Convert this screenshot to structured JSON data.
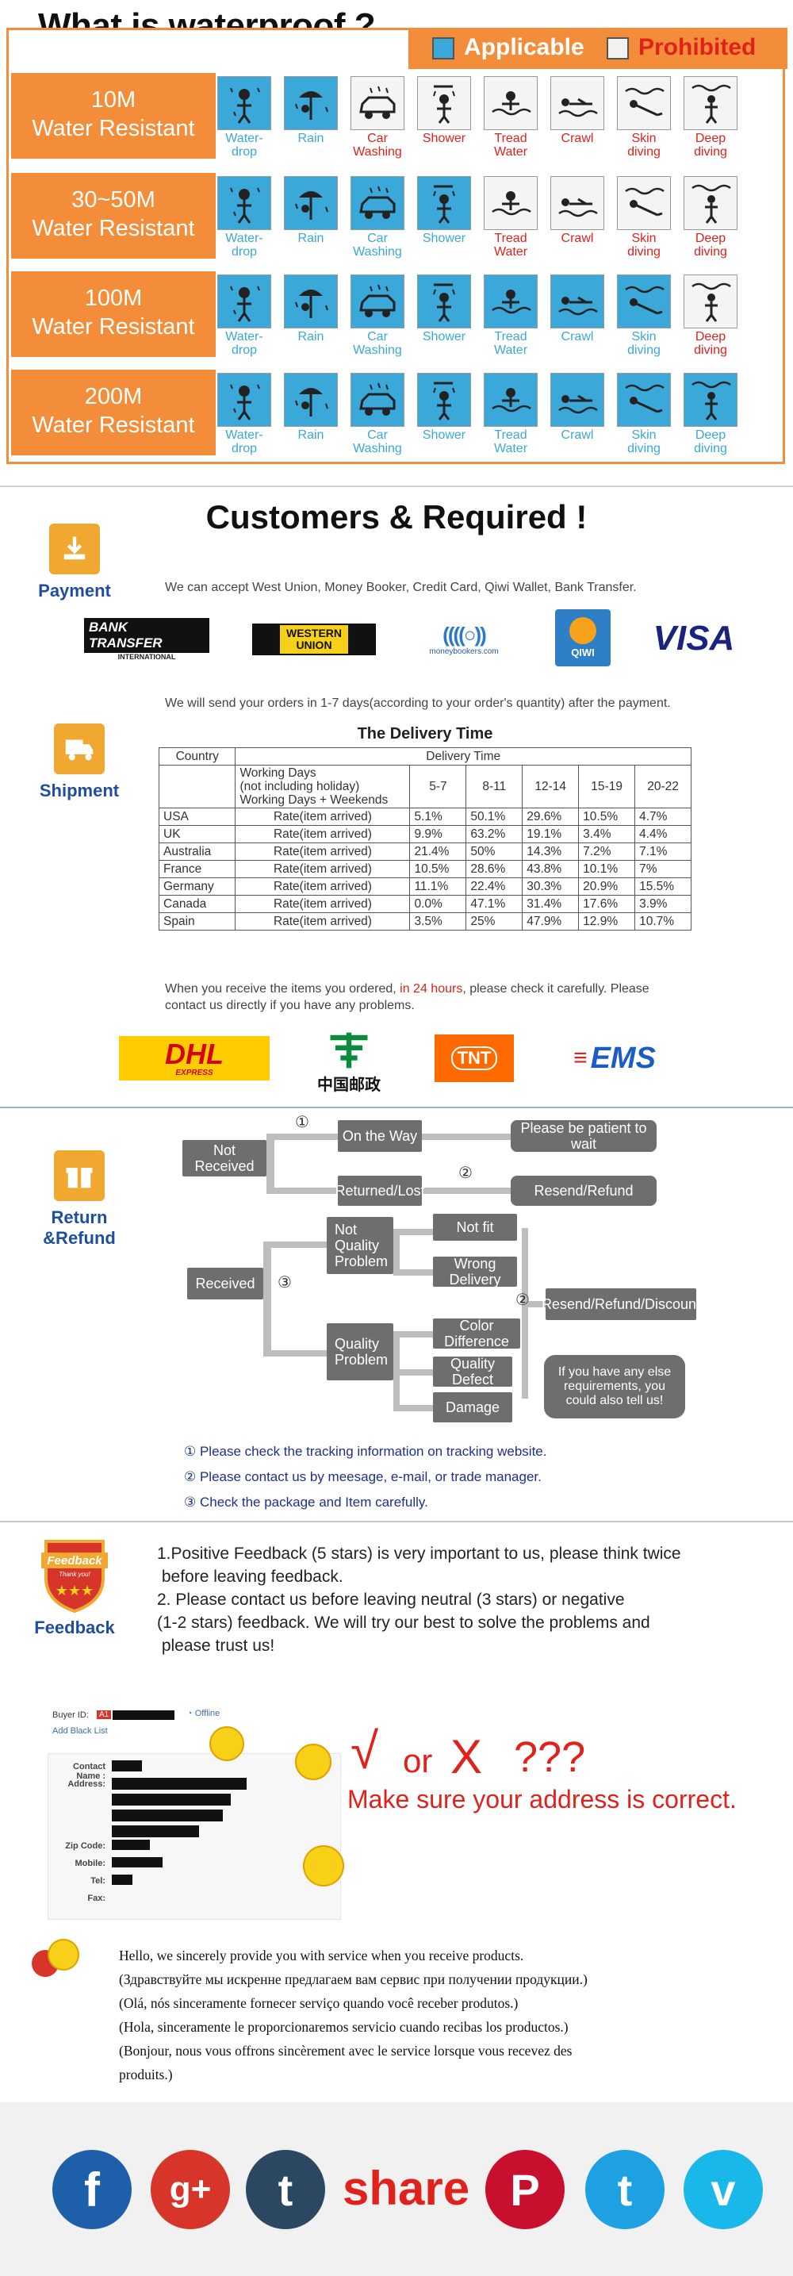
{
  "waterproof": {
    "title": "What is waterproof ?",
    "legend": {
      "applicable": "Applicable",
      "prohibited": "Prohibited"
    },
    "colors": {
      "accent": "#f38d3a",
      "applicable": "#3aa8d8",
      "prohibited": "#e0221c"
    },
    "activities": [
      {
        "label": "Water-drop",
        "icon": "water-drop-icon"
      },
      {
        "label": "Rain",
        "icon": "rain-icon"
      },
      {
        "label": "Car Washing",
        "icon": "car-washing-icon"
      },
      {
        "label": "Shower",
        "icon": "shower-icon"
      },
      {
        "label": "Tread Water",
        "icon": "tread-water-icon"
      },
      {
        "label": "Crawl",
        "icon": "crawl-icon"
      },
      {
        "label": "Skin diving",
        "icon": "skin-diving-icon"
      },
      {
        "label": "Deep diving",
        "icon": "deep-diving-icon"
      }
    ],
    "ratings": [
      {
        "line1": "10M",
        "line2": "Water Resistant",
        "allowed": [
          true,
          true,
          false,
          false,
          false,
          false,
          false,
          false
        ]
      },
      {
        "line1": "30~50M",
        "line2": "Water Resistant",
        "allowed": [
          true,
          true,
          true,
          true,
          false,
          false,
          false,
          false
        ]
      },
      {
        "line1": "100M",
        "line2": "Water Resistant",
        "allowed": [
          true,
          true,
          true,
          true,
          true,
          true,
          true,
          false
        ]
      },
      {
        "line1": "200M",
        "line2": "Water Resistant",
        "allowed": [
          true,
          true,
          true,
          true,
          true,
          true,
          true,
          true
        ]
      }
    ]
  },
  "customers": {
    "title": "Customers & Required !",
    "payment": {
      "label": "Payment",
      "text": "We can accept West Union, Money Booker, Credit Card, Qiwi Wallet, Bank Transfer.",
      "logos": {
        "bank_transfer": "BANK TRANSFER",
        "bank_transfer_sub": "INTERNATIONAL",
        "western_union_1": "WESTERN",
        "western_union_2": "UNION",
        "moneybookers": "moneybookers.com",
        "qiwi": "QIWI",
        "visa": "VISA"
      }
    },
    "shipment": {
      "label": "Shipment",
      "text": "We will send your orders in 1-7 days(according to your order's quantity) after the payment.",
      "table_title": "The Delivery Time",
      "header": {
        "country": "Country",
        "delivery_time": "Delivery Time",
        "working_days": "Working Days\n(not including holiday)\nWorking Days + Weekends",
        "ranges": [
          "5-7",
          "8-11",
          "12-14",
          "15-19",
          "20-22"
        ]
      },
      "rows": [
        {
          "country": "USA",
          "rate": "Rate(item arrived)",
          "values": [
            "5.1%",
            "50.1%",
            "29.6%",
            "10.5%",
            "4.7%"
          ]
        },
        {
          "country": "UK",
          "rate": "Rate(item arrived)",
          "values": [
            "9.9%",
            "63.2%",
            "19.1%",
            "3.4%",
            "4.4%"
          ]
        },
        {
          "country": "Australia",
          "rate": "Rate(item arrived)",
          "values": [
            "21.4%",
            "50%",
            "14.3%",
            "7.2%",
            "7.1%"
          ]
        },
        {
          "country": "France",
          "rate": "Rate(item arrived)",
          "values": [
            "10.5%",
            "28.6%",
            "43.8%",
            "10.1%",
            "7%"
          ]
        },
        {
          "country": "Germany",
          "rate": "Rate(item arrived)",
          "values": [
            "11.1%",
            "22.4%",
            "30.3%",
            "20.9%",
            "15.5%"
          ]
        },
        {
          "country": "Canada",
          "rate": "Rate(item arrived)",
          "values": [
            "0.0%",
            "47.1%",
            "31.4%",
            "17.6%",
            "3.9%"
          ]
        },
        {
          "country": "Spain",
          "rate": "Rate(item arrived)",
          "values": [
            "3.5%",
            "25%",
            "47.9%",
            "12.9%",
            "10.7%"
          ]
        }
      ],
      "note_before": "When you receive the items you ordered, ",
      "note_highlight": "in 24 hours",
      "note_after": ", please check it carefully. Please",
      "note_line2": "contact us directly if you have any problems.",
      "carriers": {
        "dhl": "DHL",
        "dhl_sub": "EXPRESS",
        "china_post": "中国邮政",
        "tnt": "TNT",
        "ems": "EMS"
      }
    },
    "refund": {
      "label": "Return &Refund",
      "nodes": {
        "not_received": "Not Received",
        "on_the_way": "On the Way",
        "be_patient": "Please be patient to wait",
        "returned_lost": "Returned/Lost",
        "resend_refund": "Resend/Refund",
        "received": "Received",
        "not_quality": "Not Quality Problem",
        "not_fit": "Not fit",
        "wrong_delivery": "Wrong Delivery",
        "resend_refund_discount": "Resend/Refund/Discount",
        "quality_problem": "Quality Problem",
        "color_difference": "Color Difference",
        "quality_defect": "Quality Defect",
        "damage": "Damage",
        "else_req": "If you have any else requirements, you could also tell us!"
      },
      "numbers": [
        "①",
        "②",
        "③"
      ],
      "notes": [
        "① Please check the tracking information on tracking website.",
        "② Please contact us by meesage, e-mail, or trade manager.",
        "③ Check the package and Item carefully."
      ]
    },
    "feedback": {
      "label": "Feedback",
      "badge": "Feedback",
      "badge_sub": "Thank you!",
      "lines": [
        "1.Positive Feedback (5 stars) is very important to us, please think twice",
        " before leaving feedback.",
        "2. Please contact us before leaving neutral (3 stars) or negative",
        "(1-2 stars) feedback. We will try our best to solve the problems and",
        " please trust us!"
      ]
    },
    "address": {
      "buyer_id": "Buyer ID:",
      "buyer_badge": "A1",
      "offline": "Offline",
      "add_black_list": "Add Black List",
      "fields": [
        "Contact Name :",
        "Address:",
        "Zip Code:",
        "Mobile:",
        "Tel:",
        "Fax:"
      ],
      "check": "√",
      "or": "or",
      "cross": "X",
      "questions": "???",
      "warning": "Make sure your address is correct."
    },
    "greeting": [
      "Hello, we sincerely provide you with service when you receive products.",
      "(Здравствуйте мы искренне предлагаем вам сервис при получении продукции.)",
      "(Olá, nós sinceramente fornecer serviço quando você receber produtos.)",
      "(Hola, sinceramente le proporcionaremos servicio cuando recibas los productos.)",
      "(Bonjour, nous vous offrons sincèrement avec le service lorsque vous recevez des",
      "produits.)"
    ],
    "social": {
      "share": "share",
      "items": [
        {
          "icon": "facebook-icon",
          "glyph": "f",
          "color": "#1d5fa8"
        },
        {
          "icon": "google-plus-icon",
          "glyph": "g+",
          "color": "#d8352a"
        },
        {
          "icon": "tumblr-icon",
          "glyph": "t",
          "color": "#2c4762"
        },
        {
          "icon": "pinterest-icon",
          "glyph": "P",
          "color": "#c8102e"
        },
        {
          "icon": "twitter-icon",
          "glyph": "t",
          "color": "#1da1e2"
        },
        {
          "icon": "vimeo-icon",
          "glyph": "v",
          "color": "#1ab7ea"
        }
      ]
    }
  }
}
